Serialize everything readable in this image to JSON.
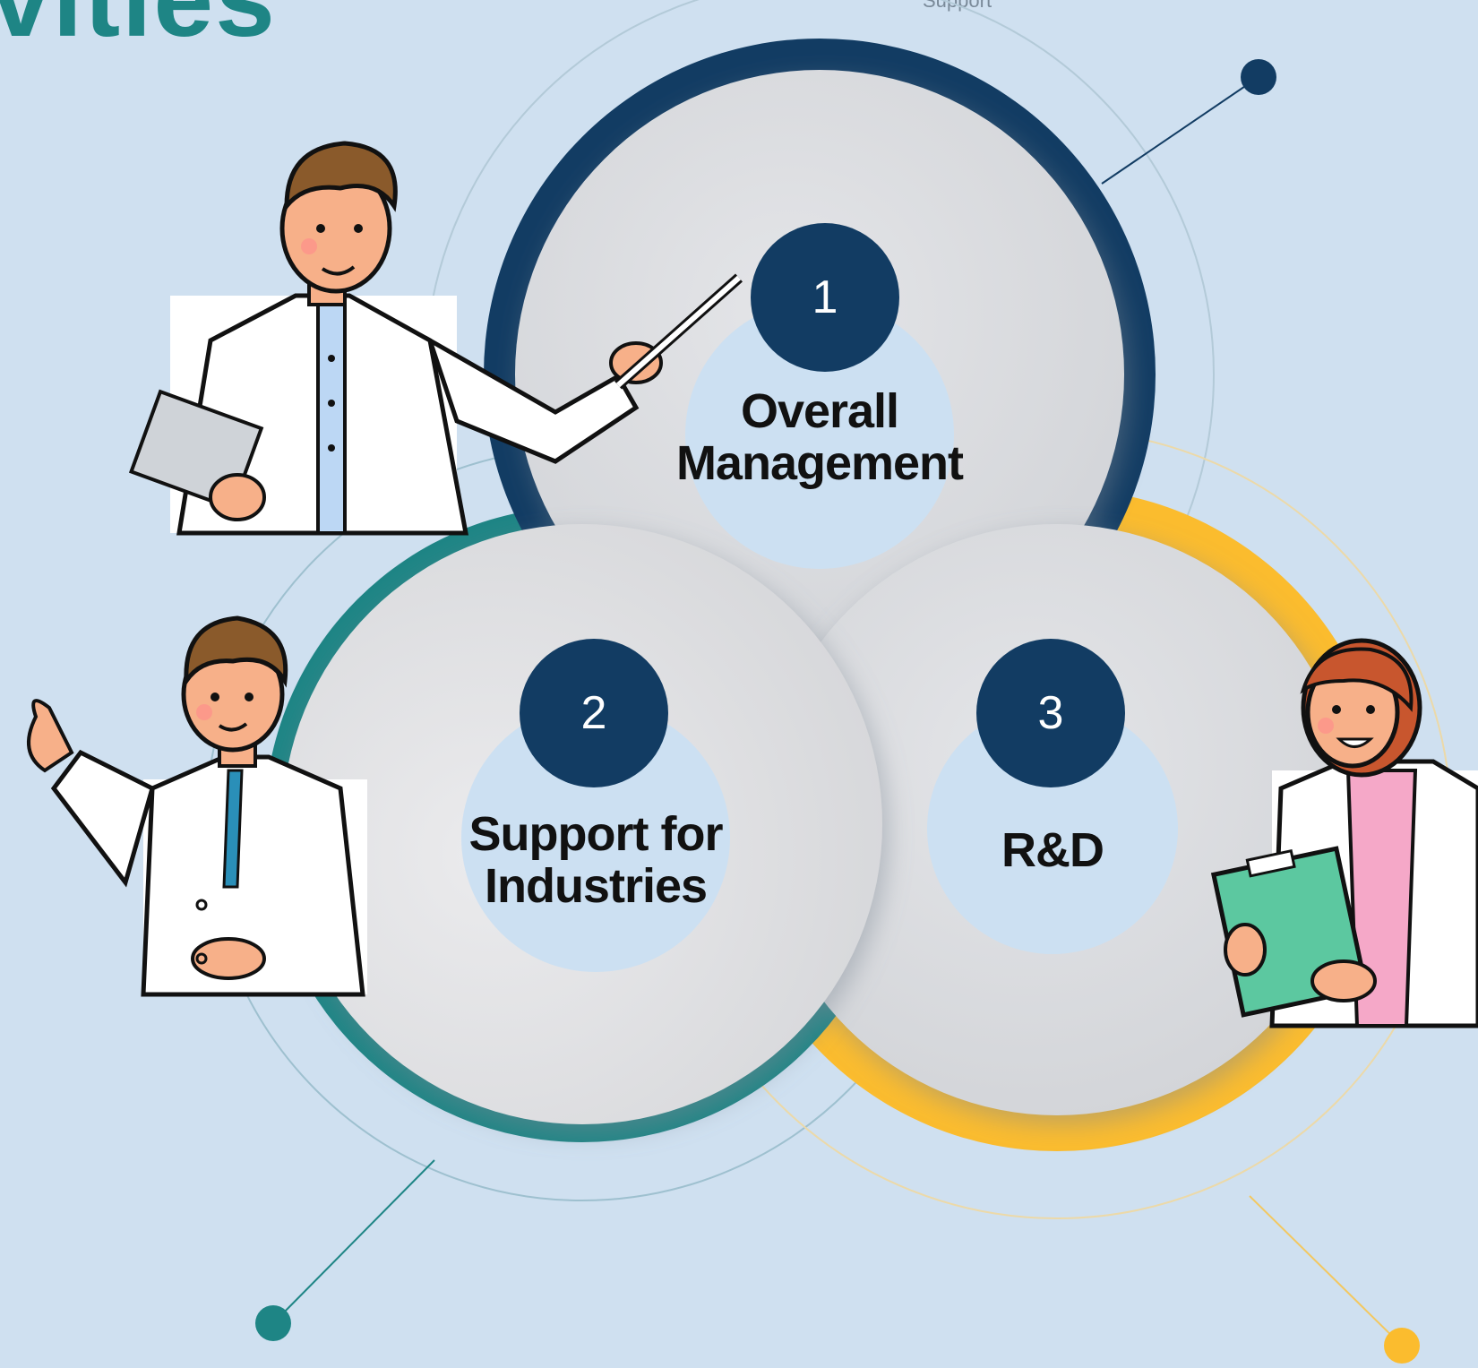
{
  "header": {
    "title": "vities",
    "subtitle": "Support"
  },
  "colors": {
    "background": "#cfe0f0",
    "navy": "#123c63",
    "teal": "#1e8585",
    "yellow": "#fbbc2e",
    "disc": "#dcdde0",
    "inner_disc": "#cce0f2"
  },
  "items": [
    {
      "number": "1",
      "line1": "Overall",
      "line2": "Management"
    },
    {
      "number": "2",
      "line1": "Support for",
      "line2": "Industries"
    },
    {
      "number": "3",
      "line1": "R&D",
      "line2": ""
    }
  ],
  "illustrations": [
    {
      "icon": "scientist-with-pointer-icon"
    },
    {
      "icon": "scientist-waving-icon"
    },
    {
      "icon": "scientist-with-clipboard-icon"
    }
  ]
}
